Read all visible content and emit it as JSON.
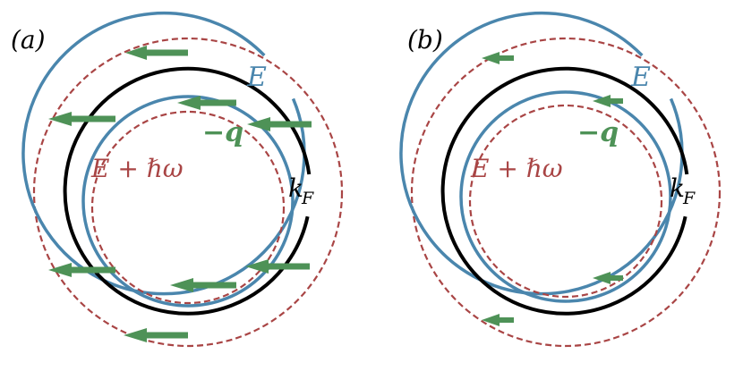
{
  "colors": {
    "black": "#000000",
    "blue": "#4a86ad",
    "red": "#a94545",
    "green": "#4e9257"
  },
  "panels": [
    {
      "id": "a",
      "panel_label": "(a)",
      "label_E": "E",
      "label_q": "−q",
      "label_Ehw": "E + ℏω",
      "label_kF_main": "k",
      "label_kF_sub": "F",
      "arrow_style": "long"
    },
    {
      "id": "b",
      "panel_label": "(b)",
      "label_E": "E",
      "label_q": "−q",
      "label_Ehw": "E + ℏω",
      "label_kF_main": "k",
      "label_kF_sub": "F",
      "arrow_style": "short"
    }
  ]
}
